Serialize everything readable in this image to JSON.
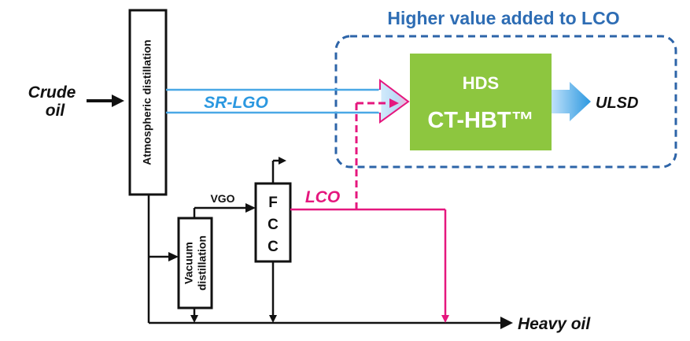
{
  "header": {
    "title": "Higher value added to LCO"
  },
  "inputs": {
    "crude_line1": "Crude",
    "crude_line2": "oil"
  },
  "units": {
    "atmospheric": "Atmospheric distillation",
    "vacuum_line1": "Vacuum",
    "vacuum_line2": "distillation",
    "fcc_letters": [
      "F",
      "C",
      "C"
    ],
    "hds_line1": "HDS",
    "hds_line2": "CT-HBT™"
  },
  "streams": {
    "srlgo": "SR-LGO",
    "vgo": "VGO",
    "lco": "LCO",
    "ulsd": "ULSD",
    "heavy_oil": "Heavy oil"
  },
  "colors": {
    "title_blue": "#2e6db4",
    "dash_border": "#2d64a8",
    "srlgo_blue": "#2b98e0",
    "lco_pink": "#e5177e",
    "hds_green": "#8dc63f",
    "black": "#111111"
  }
}
